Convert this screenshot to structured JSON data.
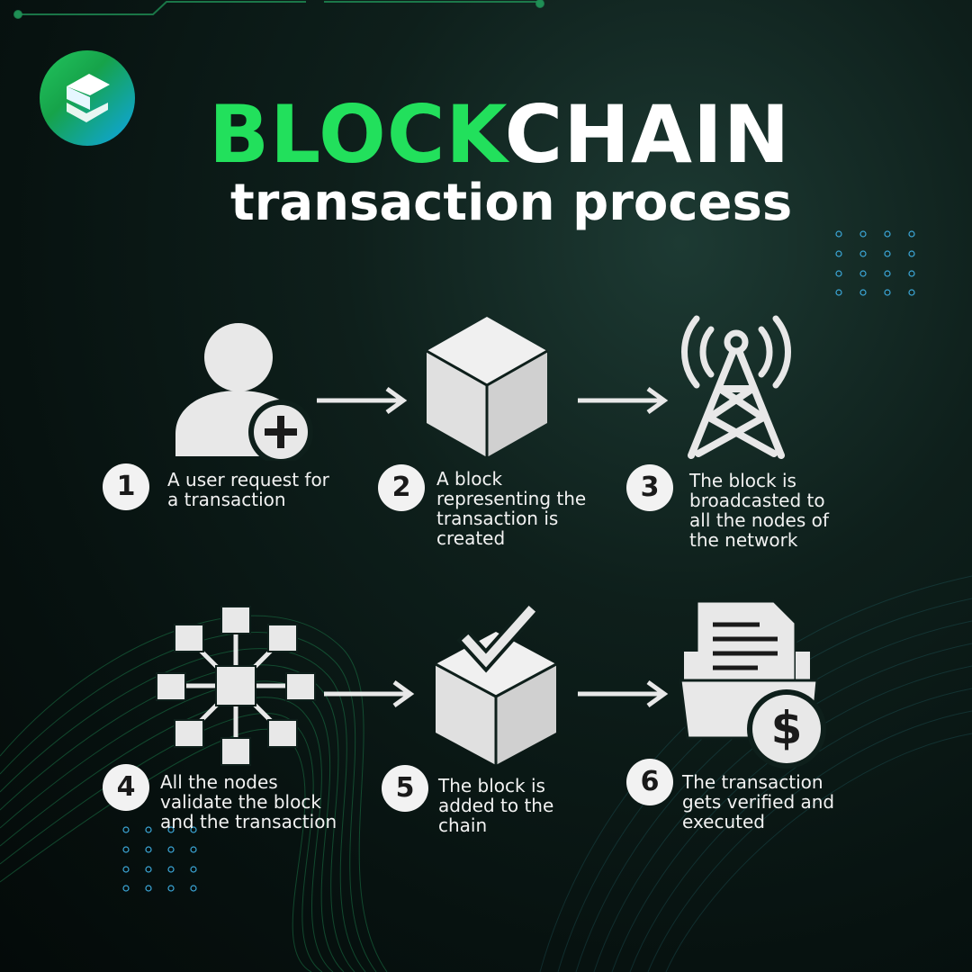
{
  "title": {
    "highlight": "BLOCK",
    "rest": "CHAIN",
    "subtitle": "transaction process"
  },
  "colors": {
    "accent_green": "#22e05c",
    "text": "#f2f2f2",
    "icon_fill": "#e8e8e8"
  },
  "logo_icon": "brand-s-logo-icon",
  "steps": [
    {
      "number": "1",
      "icon": "user-add-icon",
      "text": "A user request for a transaction"
    },
    {
      "number": "2",
      "icon": "cube-block-icon",
      "text": "A block representing the transaction is created"
    },
    {
      "number": "3",
      "icon": "broadcast-tower-icon",
      "text": "The block is broadcasted to all the nodes of the network"
    },
    {
      "number": "4",
      "icon": "node-network-icon",
      "text": "All the nodes validate the block and the transaction"
    },
    {
      "number": "5",
      "icon": "cube-checkmark-icon",
      "text": "The block is added to the chain"
    },
    {
      "number": "6",
      "icon": "folder-dollar-icon",
      "text": "The transaction gets verified and executed"
    }
  ]
}
